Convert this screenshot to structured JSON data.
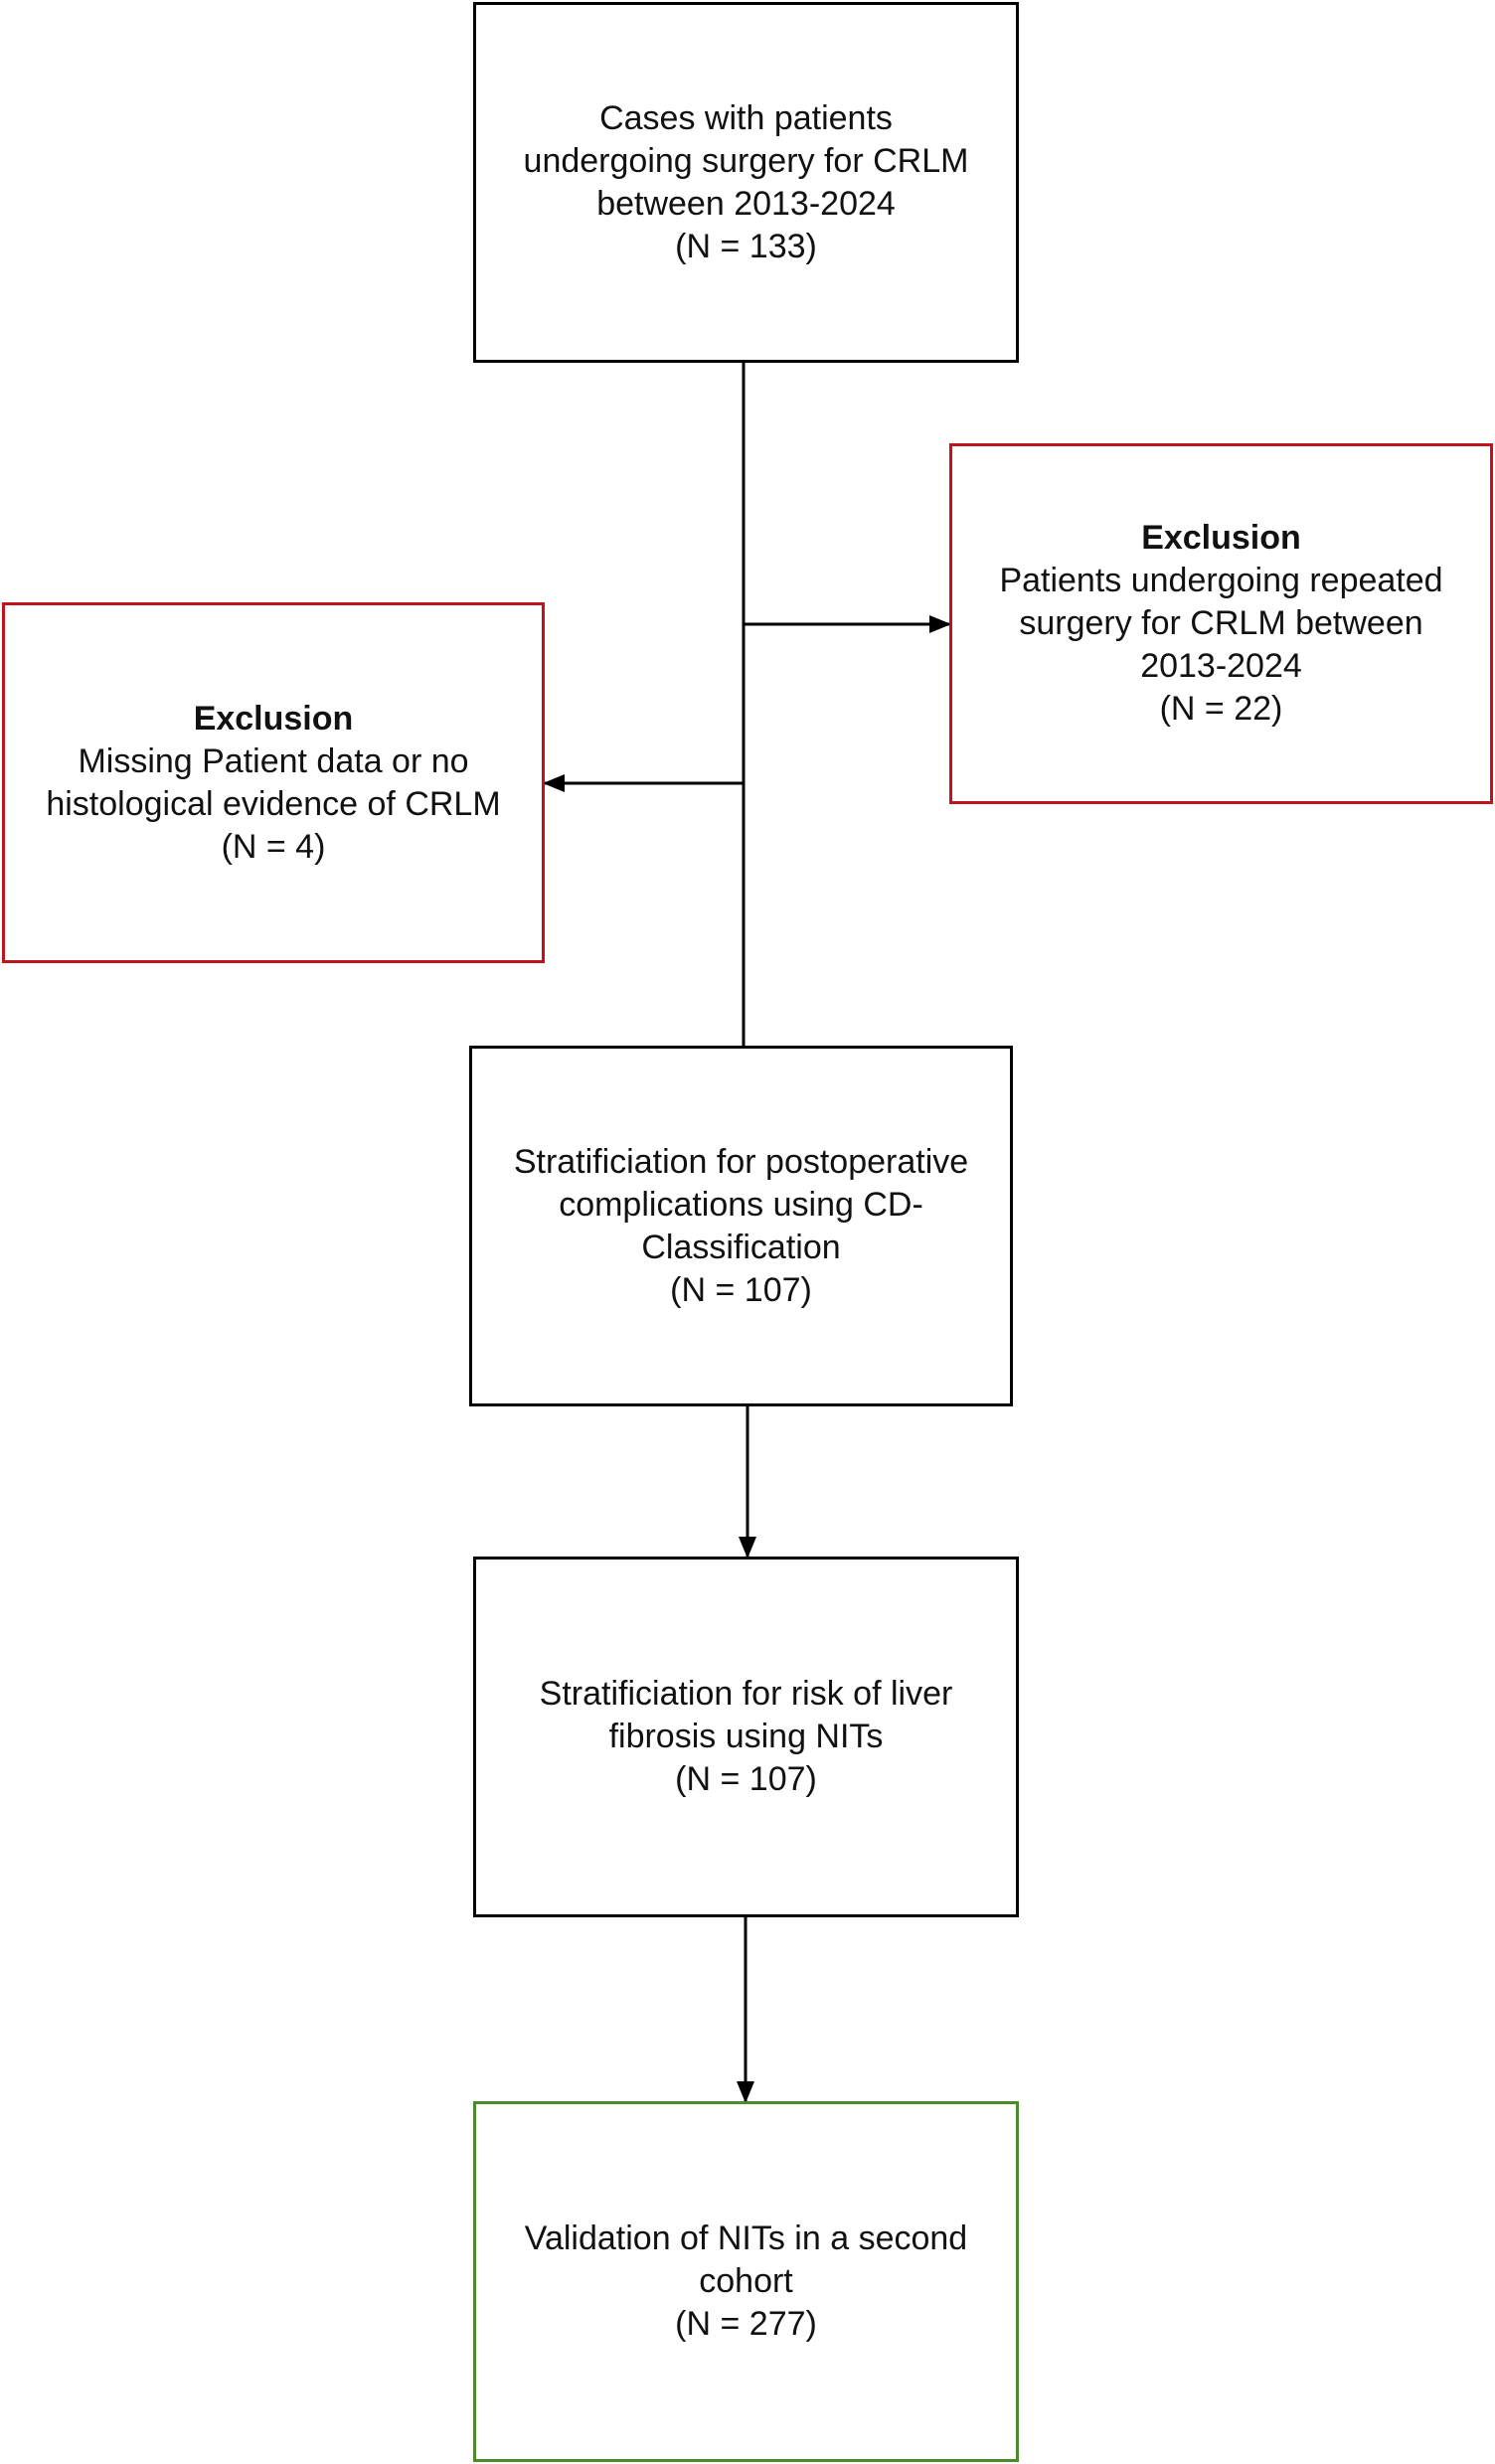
{
  "flowchart": {
    "start": {
      "lines": [
        "Cases with patients",
        "undergoing surgery for CRLM",
        "between 2013-2024",
        "(N = 133)"
      ]
    },
    "exclusion_right": {
      "heading": "Exclusion",
      "lines": [
        "Patients undergoing repeated",
        "surgery for CRLM between",
        "2013-2024",
        "(N = 22)"
      ]
    },
    "exclusion_left": {
      "heading": "Exclusion",
      "lines": [
        "Missing Patient data or no",
        "histological evidence of CRLM",
        "(N = 4)"
      ]
    },
    "complications": {
      "lines": [
        "Stratificiation for postoperative",
        "complications using CD-",
        "Classification",
        "(N = 107)"
      ]
    },
    "fibrosis": {
      "lines": [
        "Stratificiation for risk of liver",
        "fibrosis using NITs",
        "(N = 107)"
      ]
    },
    "validation": {
      "lines": [
        "Validation of NITs in a second",
        "cohort",
        "(N = 277)"
      ]
    }
  },
  "colors": {
    "main_border": "#000000",
    "exclusion_border": "#c0141c",
    "validation_border": "#4f8a2a",
    "connector": "#000000"
  }
}
